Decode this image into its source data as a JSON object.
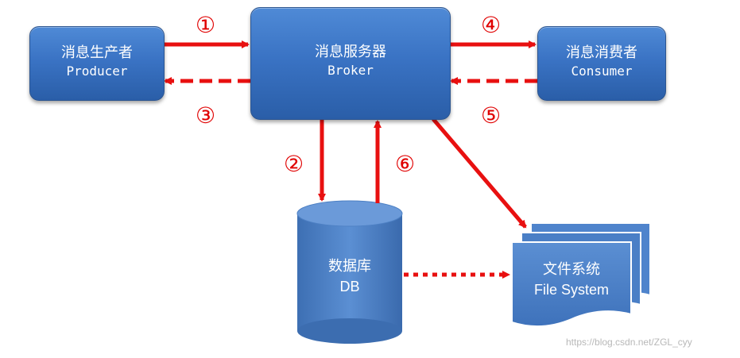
{
  "producer": {
    "title": "消息生产者",
    "subtitle": "Producer"
  },
  "broker": {
    "title": "消息服务器",
    "subtitle": "Broker"
  },
  "consumer": {
    "title": "消息消费者",
    "subtitle": "Consumer"
  },
  "database": {
    "title": "数据库",
    "subtitle": "DB"
  },
  "filesystem": {
    "title": "文件系统",
    "subtitle": "File System"
  },
  "steps": {
    "s1": "①",
    "s2": "②",
    "s3": "③",
    "s4": "④",
    "s5": "⑤",
    "s6": "⑥"
  },
  "watermark": "https://blog.csdn.net/ZGL_cyy",
  "colors": {
    "arrow": "#e81010",
    "box": "#3a73c4",
    "box_dark": "#2a5ea8",
    "cylinder": "#4a7fc6"
  }
}
